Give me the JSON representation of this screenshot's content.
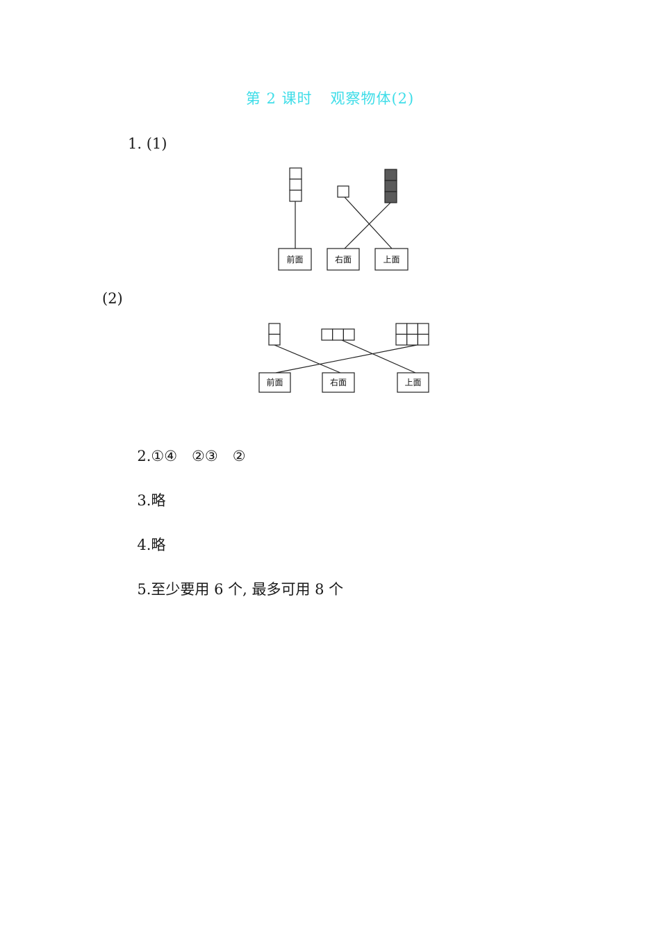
{
  "page": {
    "title_part1": "第 2 课时",
    "title_part2": "观察物体(2)",
    "title_color": "#3fdde8"
  },
  "q1": {
    "label": "1. (1)",
    "sub2_label": "(2)",
    "diagram1": {
      "labels": [
        "前面",
        "右面",
        "上面"
      ],
      "shapes": [
        {
          "name": "vertical-stack-3",
          "fill": "#ffffff",
          "connects_to": "前面"
        },
        {
          "name": "single-square",
          "fill": "#ffffff",
          "connects_to": "上面"
        },
        {
          "name": "vertical-stack-3-shaded",
          "fill": "#555555",
          "connects_to": "右面"
        }
      ]
    },
    "diagram2": {
      "labels": [
        "前面",
        "右面",
        "上面"
      ],
      "shapes": [
        {
          "name": "vertical-stack-2",
          "connects_to": "右面"
        },
        {
          "name": "horizontal-row-3",
          "connects_to": "上面"
        },
        {
          "name": "grid-3x2",
          "connects_to": "前面"
        }
      ]
    }
  },
  "answers": [
    {
      "number": "2.",
      "text": "①④　②③　②"
    },
    {
      "number": "3.",
      "text": "略"
    },
    {
      "number": "4.",
      "text": "略"
    },
    {
      "number": "5.",
      "text": "至少要用 6 个, 最多可用 8 个"
    }
  ]
}
